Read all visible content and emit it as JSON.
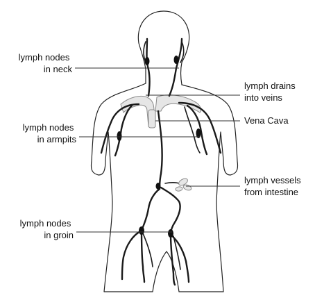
{
  "labels": {
    "neck": [
      "lymph nodes",
      "in neck"
    ],
    "armpits": [
      "lymph nodes",
      "in armpits"
    ],
    "groin": [
      "lymph nodes",
      "in groin"
    ],
    "drains": [
      "lymph drains",
      "into veins"
    ],
    "vena_cava": [
      "Vena Cava"
    ],
    "intestine": [
      "lymph vessels",
      "from intestine"
    ]
  }
}
